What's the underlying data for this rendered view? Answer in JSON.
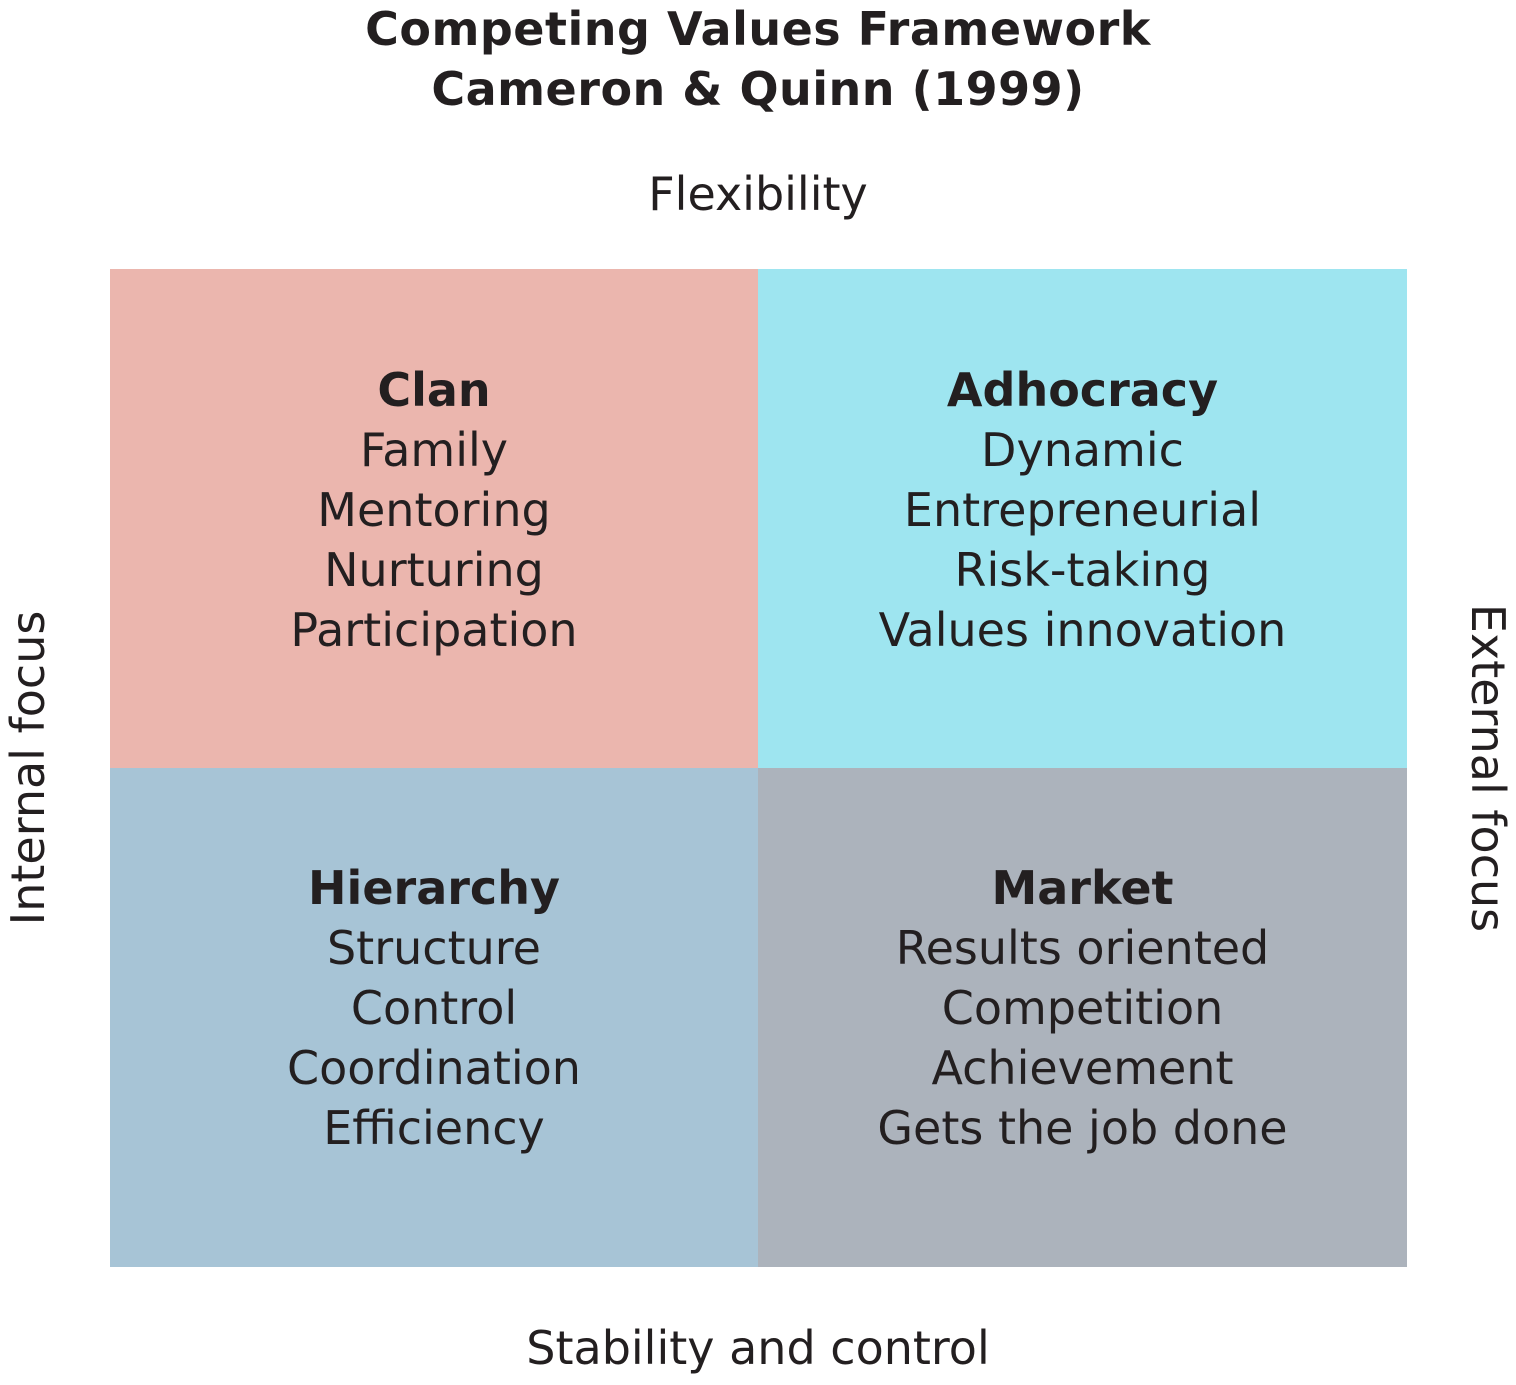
{
  "title": {
    "line1": "Competing Values Framework",
    "line2": "Cameron & Quinn (1999)"
  },
  "axes": {
    "top": "Flexibility",
    "bottom": "Stability and control",
    "left": "Internal focus",
    "right": "External focus"
  },
  "colors": {
    "clan": "#ebb6ae",
    "adhocracy": "#9ee5f0",
    "hierarchy": "#a7c4d6",
    "market": "#acb3bc",
    "text": "#231f20"
  },
  "quadrants": {
    "clan": {
      "title": "Clan",
      "items": [
        "Family",
        "Mentoring",
        "Nurturing",
        "Participation"
      ]
    },
    "adhocracy": {
      "title": "Adhocracy",
      "items": [
        "Dynamic",
        "Entrepreneurial",
        "Risk-taking",
        "Values innovation"
      ]
    },
    "hierarchy": {
      "title": "Hierarchy",
      "items": [
        "Structure",
        "Control",
        "Coordination",
        "Efficiency"
      ]
    },
    "market": {
      "title": "Market",
      "items": [
        "Results oriented",
        "Competition",
        "Achievement",
        "Gets the job done"
      ]
    }
  }
}
